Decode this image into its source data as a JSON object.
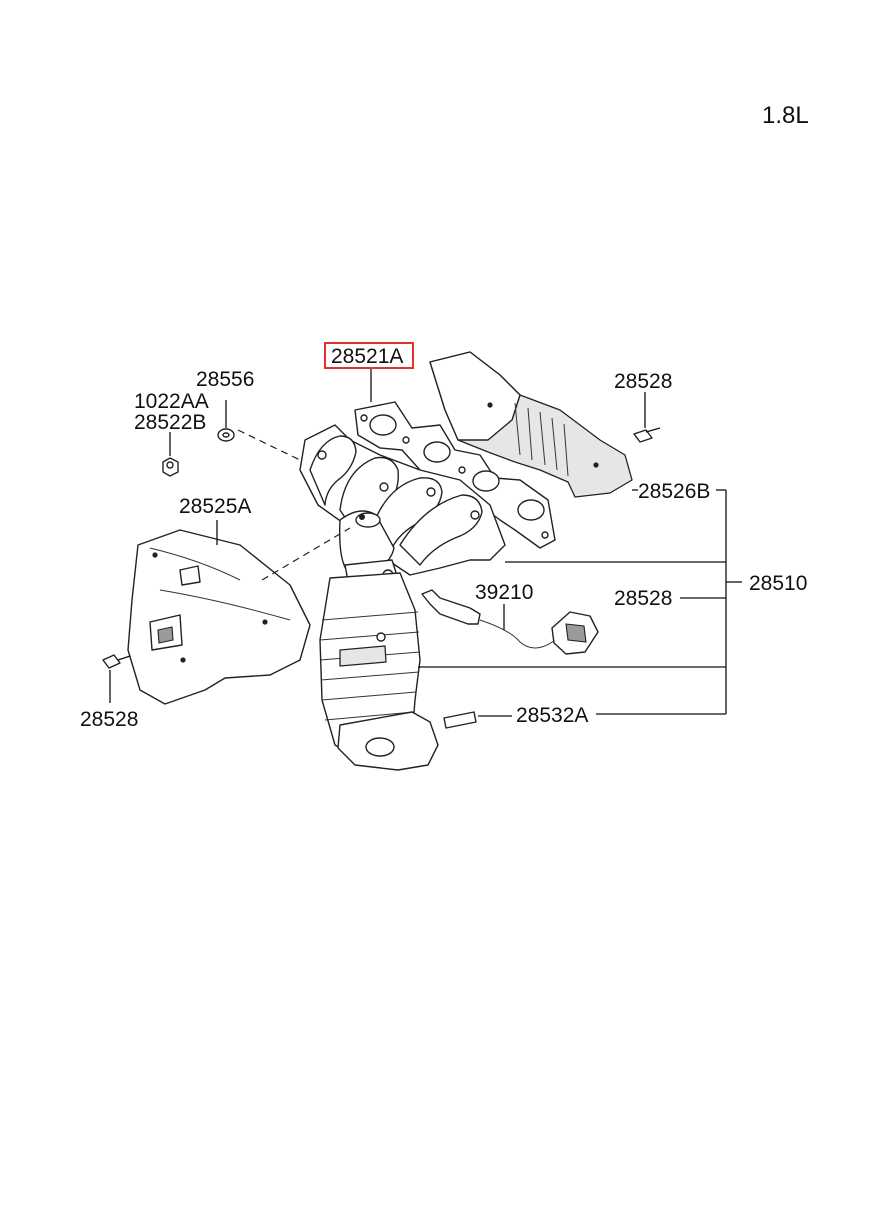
{
  "engine_label": "1.8L",
  "labels": {
    "gasket": "28521A",
    "washer": "28556",
    "nut": "1022AA",
    "stud_nut": "28522B",
    "bolt_top_right": "28528",
    "heat_protector_upper": "28526B",
    "heat_protector_lower": "28525A",
    "exhaust_manifold_assy": "28510",
    "oxygen_sensor": "39210",
    "bolt_middle": "28528",
    "bolt_left": "28528",
    "stud_bolt": "28532A"
  },
  "highlight_color": "#e0332e"
}
